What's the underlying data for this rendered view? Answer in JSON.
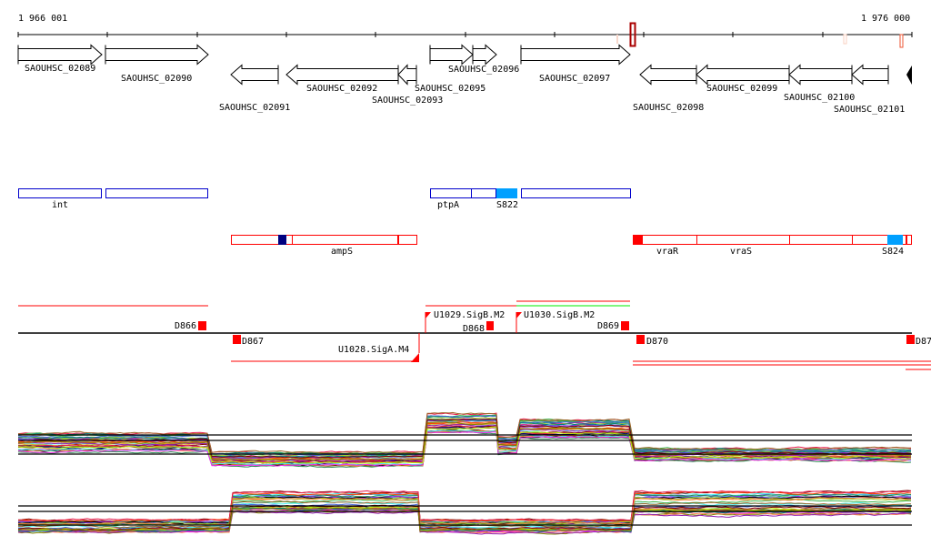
{
  "ruler": {
    "start_label": "1 966 001",
    "end_label": "1 976 000"
  },
  "genes": [
    {
      "name": "SAOUHSC_02089",
      "strand": "+"
    },
    {
      "name": "SAOUHSC_02090",
      "strand": "+"
    },
    {
      "name": "SAOUHSC_02091",
      "strand": "-"
    },
    {
      "name": "SAOUHSC_02092",
      "strand": "-"
    },
    {
      "name": "SAOUHSC_02093",
      "strand": "-"
    },
    {
      "name": "SAOUHSC_02095",
      "strand": "+"
    },
    {
      "name": "SAOUHSC_02096",
      "strand": "+"
    },
    {
      "name": "SAOUHSC_02097",
      "strand": "+"
    },
    {
      "name": "SAOUHSC_02098",
      "strand": "-"
    },
    {
      "name": "SAOUHSC_02099",
      "strand": "-"
    },
    {
      "name": "SAOUHSC_02100",
      "strand": "-"
    },
    {
      "name": "SAOUHSC_02101",
      "strand": "-"
    }
  ],
  "features_plus": {
    "int": "int",
    "ptpA": "ptpA",
    "s822": "S822"
  },
  "features_minus": {
    "ampS": "ampS",
    "vraR": "vraR",
    "vraS": "vraS",
    "s824": "S824"
  },
  "transcripts": {
    "d866": "D866",
    "d867": "D867",
    "d868": "D868",
    "d869": "D869",
    "d870": "D870",
    "d87x": "D87",
    "u1028": "U1028.SigA.M4",
    "u1029": "U1029.SigB.M2",
    "u1030": "U1030.SigB.M2"
  },
  "colors": {
    "plus_strand": "#0000cc",
    "minus_strand": "#ff0000",
    "sigma_light": "#00a0ff",
    "dark_marker": "#000080",
    "green": "#00ee00",
    "highlight": "#aa0000"
  }
}
